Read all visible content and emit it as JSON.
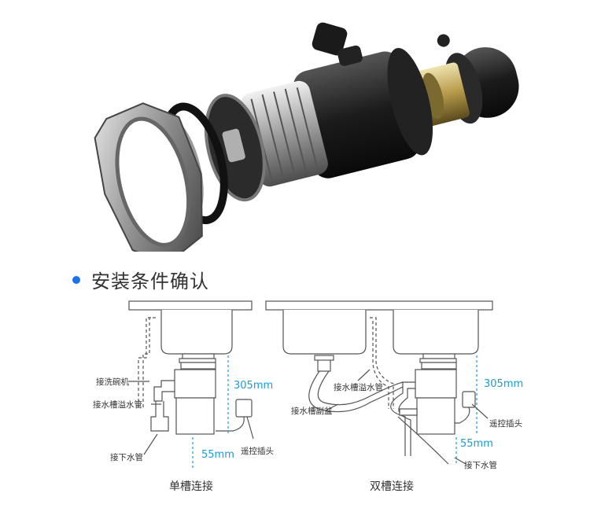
{
  "section": {
    "title": "安装条件确认",
    "accent": "#1a73e8"
  },
  "single_sink": {
    "caption": "单槽连接",
    "dishwasher_label": "接洗碗机",
    "overflow_label": "接水槽溢水管",
    "drain_label": "接下水管",
    "remote_label": "遥控插头",
    "height_dim": "305mm",
    "bottom_dim": "55mm"
  },
  "double_sink": {
    "caption": "双槽连接",
    "overflow_label": "接水槽溢水管",
    "sub_basin_label": "接水槽副盆",
    "remote_label": "遥控插头",
    "drain_label": "接下水管",
    "height_dim": "305mm",
    "bottom_dim": "55mm"
  },
  "colors": {
    "dimension": "#1a9bd7",
    "line": "#555555"
  }
}
